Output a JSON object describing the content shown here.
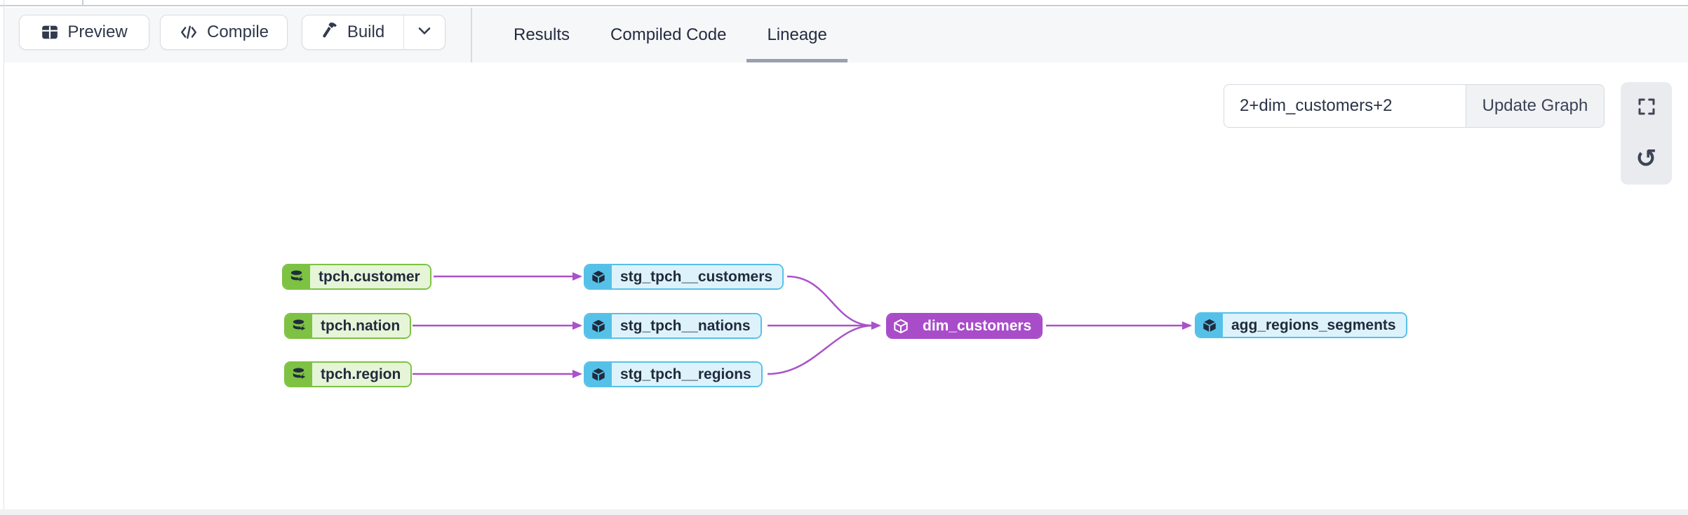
{
  "toolbar": {
    "preview_label": "Preview",
    "compile_label": "Compile",
    "build_label": "Build",
    "tabs": [
      {
        "label": "Results",
        "active": false
      },
      {
        "label": "Compiled Code",
        "active": false
      },
      {
        "label": "Lineage",
        "active": true
      }
    ]
  },
  "lineage": {
    "selector_value": "2+dim_customers+2",
    "update_button_label": "Update Graph",
    "colors": {
      "source_accent": "#7dc242",
      "source_fill": "#e6f4d8",
      "model_accent": "#56c1e8",
      "model_fill": "#def2fb",
      "selected_accent": "#a84cc9",
      "edge": "#aa52c8",
      "node_text": "#202b3d"
    },
    "graph": {
      "nodes": [
        {
          "label": "tpch.customer",
          "type": "source",
          "selected": false
        },
        {
          "label": "tpch.nation",
          "type": "source",
          "selected": false
        },
        {
          "label": "tpch.region",
          "type": "source",
          "selected": false
        },
        {
          "label": "stg_tpch__customers",
          "type": "model",
          "selected": false
        },
        {
          "label": "stg_tpch__nations",
          "type": "model",
          "selected": false
        },
        {
          "label": "stg_tpch__regions",
          "type": "model",
          "selected": false
        },
        {
          "label": "dim_customers",
          "type": "model",
          "selected": true
        },
        {
          "label": "agg_regions_segments",
          "type": "model",
          "selected": false
        }
      ],
      "edges": [
        {
          "from": "tpch.customer",
          "to": "stg_tpch__customers"
        },
        {
          "from": "tpch.nation",
          "to": "stg_tpch__nations"
        },
        {
          "from": "tpch.region",
          "to": "stg_tpch__regions"
        },
        {
          "from": "stg_tpch__customers",
          "to": "dim_customers"
        },
        {
          "from": "stg_tpch__nations",
          "to": "dim_customers"
        },
        {
          "from": "stg_tpch__regions",
          "to": "dim_customers"
        },
        {
          "from": "dim_customers",
          "to": "agg_regions_segments"
        }
      ]
    }
  }
}
